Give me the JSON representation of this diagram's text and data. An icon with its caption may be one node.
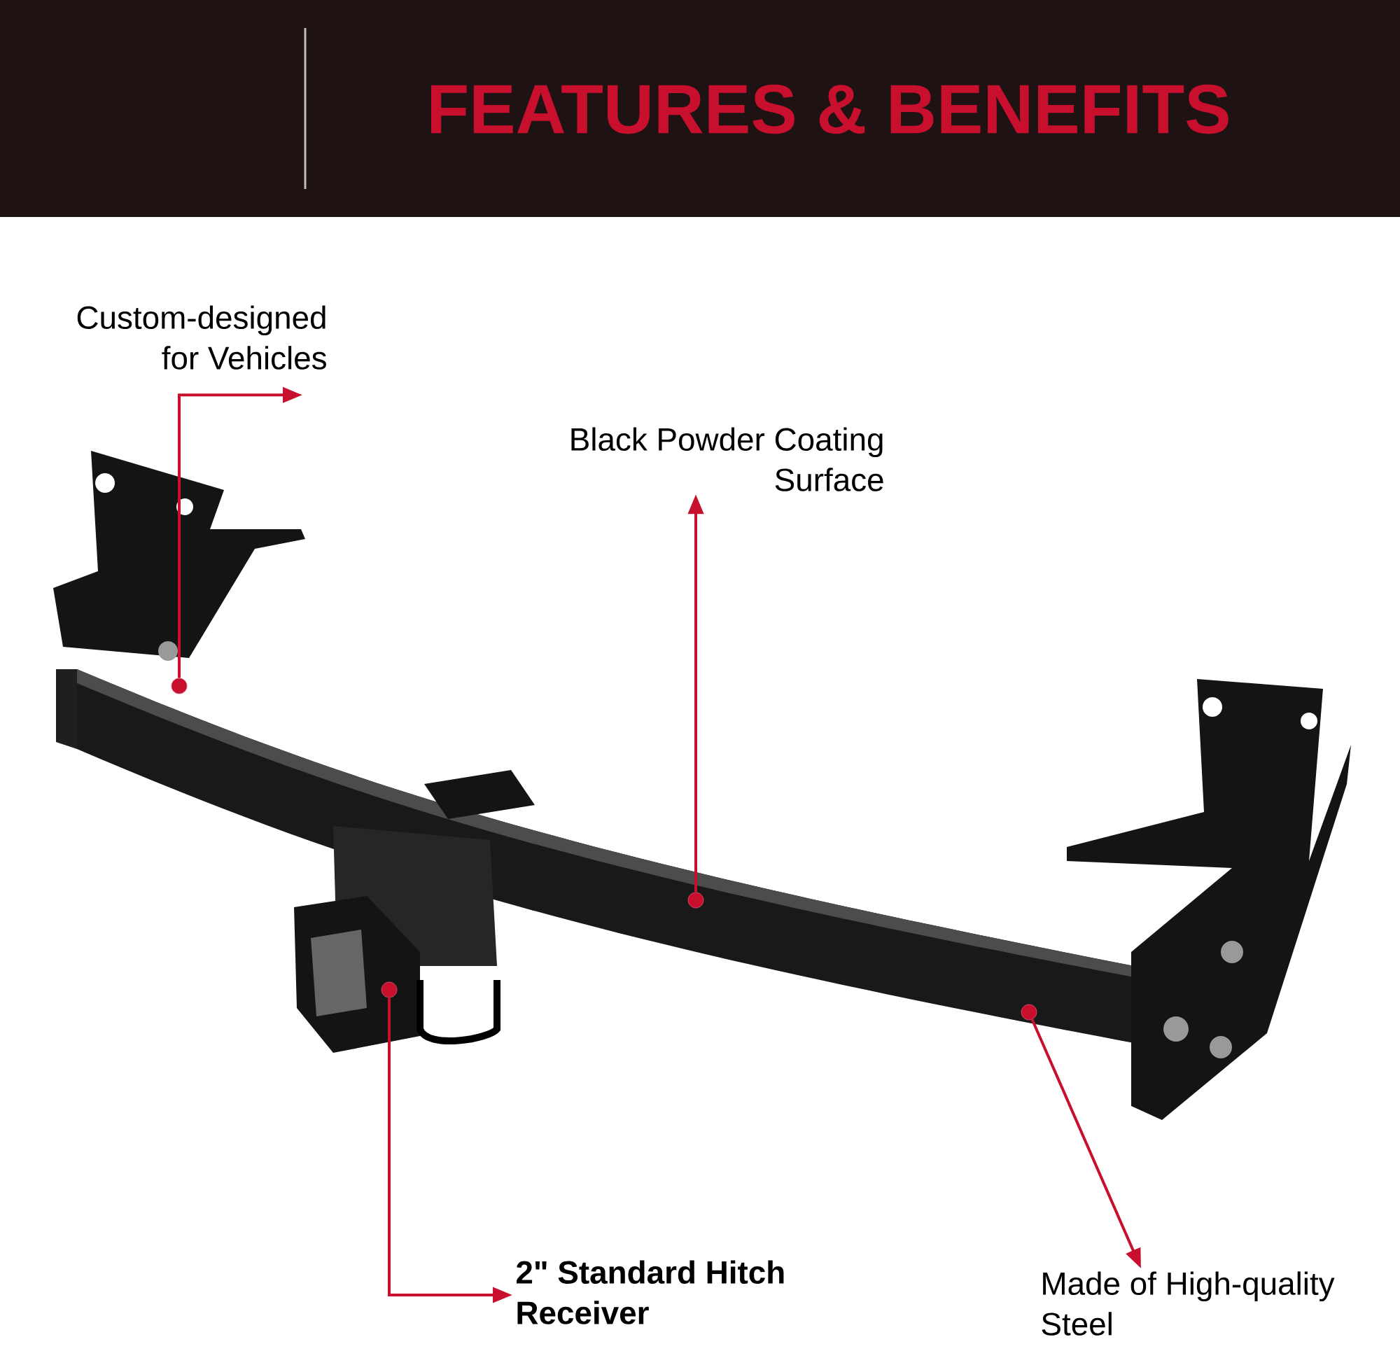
{
  "diagram": {
    "title": "FEATURES & BENEFITS",
    "nodes": [
      {
        "text": [
          "Custom-designed for Vehicles"
        ]
      },
      {
        "text": [],
        "shape": "circle"
      },
      {
        "text": [
          "Black Powder Coating Surface"
        ]
      },
      {
        "text": [],
        "shape": "circle"
      },
      {
        "text": [],
        "shape": "circle"
      },
      {
        "text": [
          "2\" Standard Hitch Receiver"
        ]
      },
      {
        "text": [],
        "shape": "circle"
      },
      {
        "text": [
          "Made of High-quality Steel"
        ]
      }
    ],
    "edges": [
      {
        "from": 1,
        "to": 0,
        "arrow": "to"
      },
      {
        "from": 3,
        "to": 2,
        "arrow": "to"
      },
      {
        "from": 4,
        "to": 5,
        "arrow": "to"
      },
      {
        "from": 6,
        "to": 7,
        "arrow": "to"
      }
    ]
  }
}
